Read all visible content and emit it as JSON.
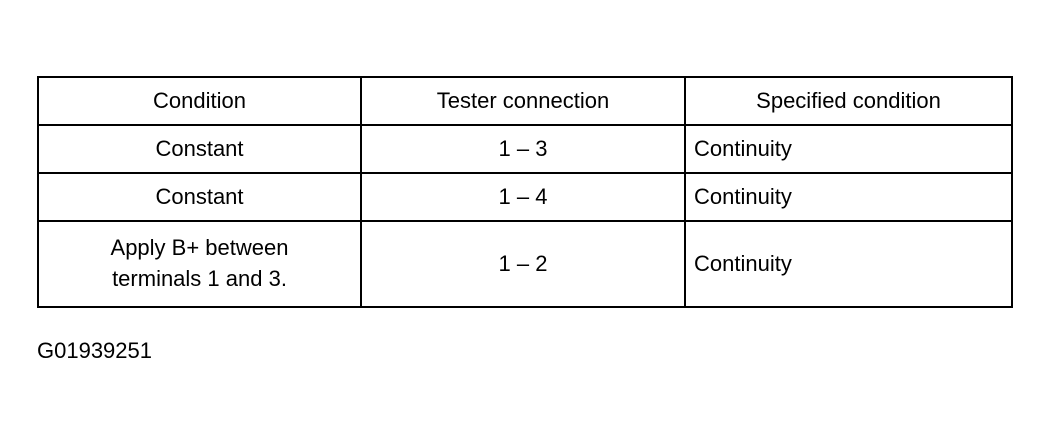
{
  "table": {
    "headers": [
      "Condition",
      "Tester connection",
      "Specified condition"
    ],
    "rows": [
      {
        "condition": [
          "Constant"
        ],
        "connection": "1 – 3",
        "specified": "Continuity"
      },
      {
        "condition": [
          "Constant"
        ],
        "connection": "1 – 4",
        "specified": "Continuity"
      },
      {
        "condition": [
          "Apply B+ between",
          "terminals 1 and 3."
        ],
        "connection": "1 – 2",
        "specified": "Continuity"
      }
    ]
  },
  "figure_id": "G01939251"
}
